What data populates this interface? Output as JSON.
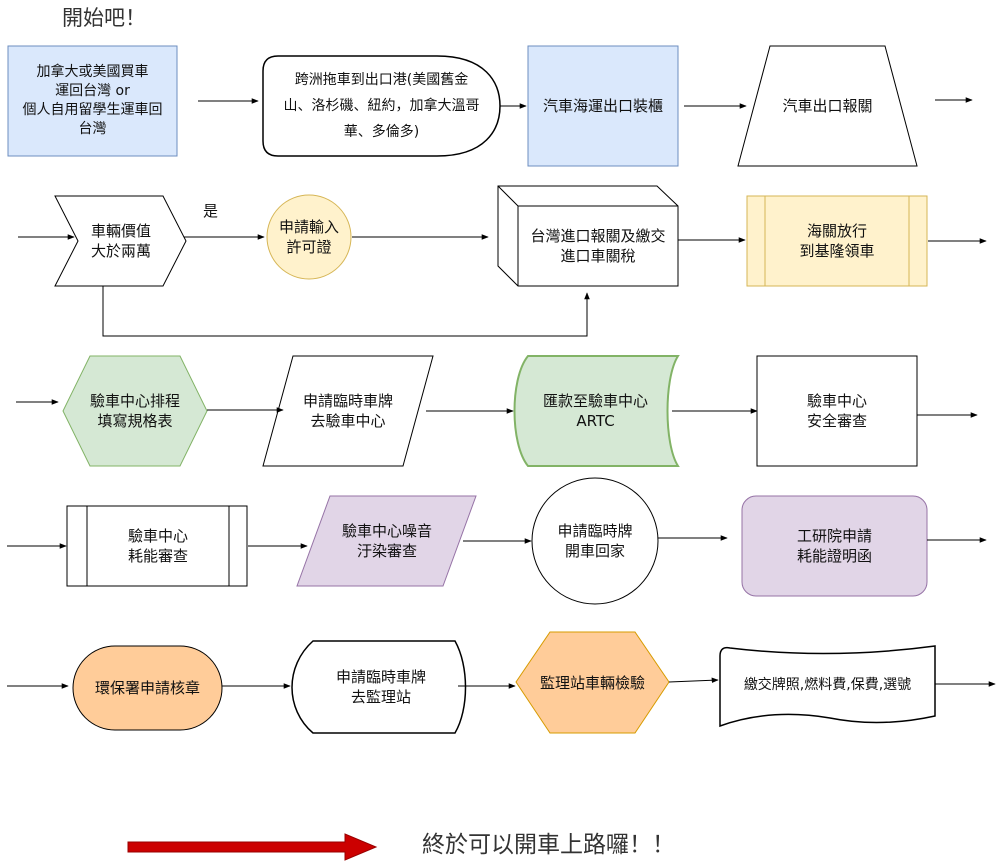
{
  "start_label": "開始吧！",
  "end_label": "終於可以開車上路囉！！",
  "yes_label": "是",
  "nodes": {
    "buy_car": "加拿大或美國買車\n運回台灣  or\n個人自用留學生運車回\n台灣",
    "tow_to_port": "跨洲拖車到出口港(美國舊金\n山、洛杉磯、紐約，加拿大溫哥\n華、多倫多)",
    "sea_shipping": "汽車海運出口裝櫃",
    "export_customs": "汽車出口報關",
    "value_check": "車輛價值\n大於兩萬",
    "import_permit": "申請輸入\n許可證",
    "import_customs": "台灣進口報關及繳交\n進口車關稅",
    "customs_release": "海關放行\n到基隆領車",
    "inspection_schedule": "驗車中心排程\n填寫規格表",
    "temp_plate_inspection": "申請臨時車牌\n去驗車中心",
    "remit_artc": "匯款至驗車中心\nARTC",
    "safety_review": "驗車中心\n安全審查",
    "energy_review": "驗車中心\n耗能審查",
    "noise_pollution_review": "驗車中心噪音\n汙染審查",
    "temp_plate_home": "申請臨時牌\n開車回家",
    "itri_certificate": "工研院申請\n耗能證明函",
    "epa_stamp": "環保署申請核章",
    "temp_plate_dmv": "申請臨時車牌\n去監理站",
    "dmv_inspection": "監理站車輛檢驗",
    "final_fees": "繳交牌照,燃料費,保費,選號"
  },
  "colors": {
    "blue_fill": "#dae8fc",
    "blue_stroke": "#6c8ebf",
    "yellow_fill": "#fff2cc",
    "yellow_stroke": "#d6b656",
    "green_fill": "#d5e8d4",
    "green_stroke": "#82b366",
    "purple_fill": "#e1d5e7",
    "purple_stroke": "#9673a6",
    "orange_fill": "#ffcc99",
    "orange_stroke": "#d79b00",
    "final_arrow": "#cc0000"
  }
}
